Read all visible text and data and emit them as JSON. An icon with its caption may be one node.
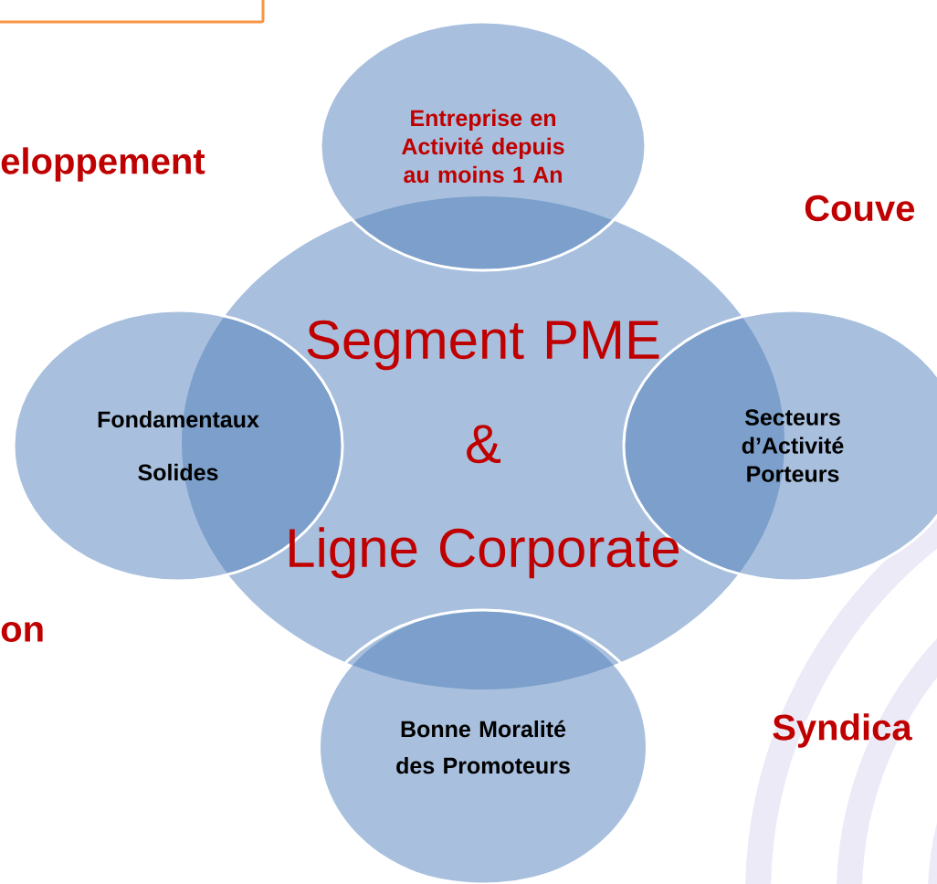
{
  "diagram": {
    "nodes": [
      {
        "text": [
          "Segment PME",
          "&",
          "Ligne Corporate"
        ]
      },
      {
        "text": [
          "Entreprise en Activité depuis au moins 1 An"
        ]
      },
      {
        "text": [
          "Fondamentaux Solides"
        ]
      },
      {
        "text": [
          "Secteurs d’Activité Porteurs"
        ]
      },
      {
        "text": [
          "Bonne Moralité des Promoteurs"
        ]
      },
      {
        "text": [],
        "shape": "box"
      }
    ],
    "labels": [
      "eloppement",
      "Couve",
      "on",
      "Syndica"
    ]
  }
}
